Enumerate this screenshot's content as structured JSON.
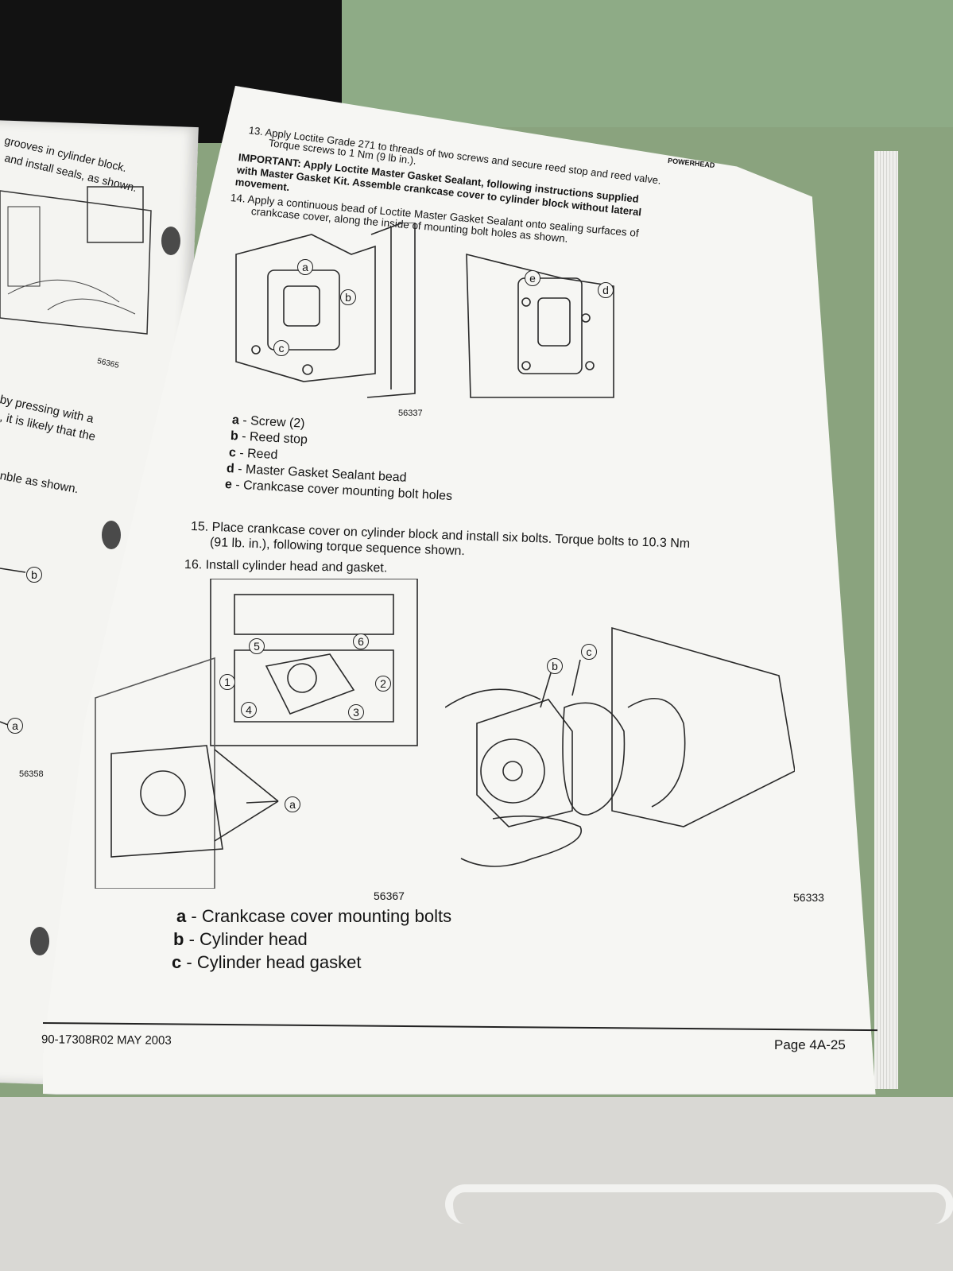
{
  "left_page": {
    "lines": [
      "grooves in cylinder block.",
      "and install seals, as shown.",
      "56365",
      "by pressing with a",
      ", it is likely that the",
      "nble as shown.",
      "56358"
    ],
    "callouts": [
      "b",
      "a"
    ]
  },
  "right_page": {
    "header": "POWERHEAD",
    "step13_line1": "13. Apply Loctite Grade 271 to threads of two screws and secure reed stop and reed valve.",
    "step13_line2": "Torque screws to 1 Nm (9 lb in.).",
    "important_line1": "IMPORTANT: Apply Loctite Master Gasket Sealant, following instructions supplied",
    "important_line2": "with Master Gasket Kit. Assemble crankcase cover to cylinder block without lateral",
    "important_line3": "movement.",
    "step14_line1": "14. Apply a continuous bead of Loctite Master Gasket Sealant onto sealing surfaces of",
    "step14_line2": "crankcase cover, along the inside of mounting bolt holes as shown.",
    "figure1": {
      "id": "56337",
      "callouts": [
        "a",
        "b",
        "c",
        "d",
        "e"
      ]
    },
    "legend1": [
      {
        "key": "a",
        "text": "- Screw (2)"
      },
      {
        "key": "b",
        "text": "- Reed stop"
      },
      {
        "key": "c",
        "text": "- Reed"
      },
      {
        "key": "d",
        "text": "- Master Gasket Sealant bead"
      },
      {
        "key": "e",
        "text": "- Crankcase cover mounting bolt holes"
      }
    ],
    "step15_line1": "15. Place crankcase cover on cylinder block and install six bolts. Torque bolts to 10.3 Nm",
    "step15_line2": "(91 lb. in.), following torque sequence shown.",
    "step16": "16. Install cylinder head and gasket.",
    "figure2": {
      "id": "56367",
      "sequence": [
        "1",
        "2",
        "3",
        "4",
        "5",
        "6"
      ],
      "callout": "a"
    },
    "figure3": {
      "id": "56333",
      "callouts": [
        "b",
        "c"
      ]
    },
    "legend2": [
      {
        "key": "a",
        "text": "- Crankcase cover mounting bolts"
      },
      {
        "key": "b",
        "text": "- Cylinder head"
      },
      {
        "key": "c",
        "text": "- Cylinder head gasket"
      }
    ],
    "footer_left": "90-17308R02  MAY 2003",
    "footer_right": "Page 4A-25"
  }
}
